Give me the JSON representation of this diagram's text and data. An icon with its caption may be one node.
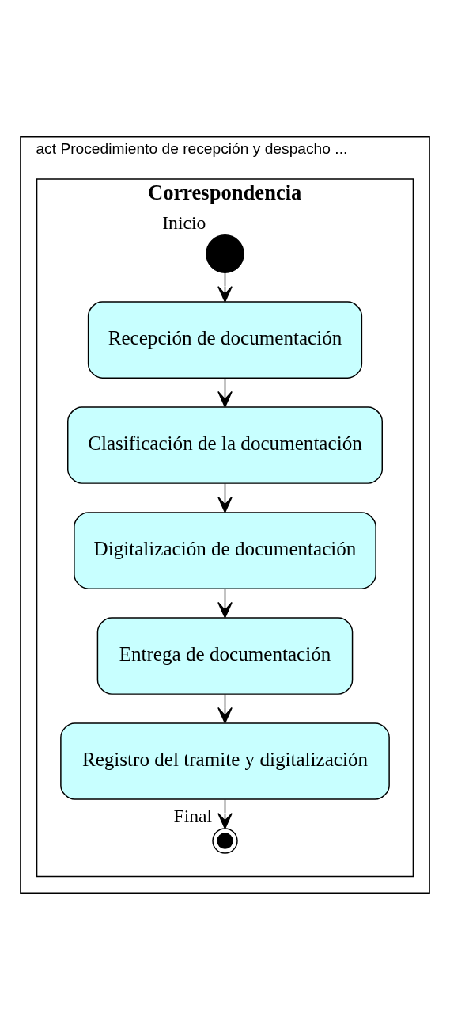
{
  "diagram": {
    "nodes": [
      {
        "text": [
          "act Procedimiento de recepción y despacho ..."
        ]
      },
      {
        "text": [
          "Correspondencia"
        ],
        "in": 0
      },
      {
        "text": [],
        "shape": "circle",
        "beside": [
          "Inicio"
        ],
        "in": 1
      },
      {
        "text": [
          "Recepción de documentación"
        ],
        "in": 1
      },
      {
        "text": [
          "Clasificación de la documentación"
        ],
        "in": 1
      },
      {
        "text": [
          "Digitalización de documentación"
        ],
        "in": 1
      },
      {
        "text": [
          "Entrega de documentación"
        ],
        "in": 1
      },
      {
        "text": [
          "Registro del tramite y digitalización"
        ],
        "in": 1
      },
      {
        "text": [],
        "shape": "circle",
        "beside": [
          "Final"
        ],
        "in": 1
      }
    ],
    "edges": [
      {
        "from": 2,
        "to": 3,
        "arrow": "to"
      },
      {
        "from": 3,
        "to": 4,
        "arrow": "to"
      },
      {
        "from": 4,
        "to": 5,
        "arrow": "to"
      },
      {
        "from": 5,
        "to": 6,
        "arrow": "to"
      },
      {
        "from": 6,
        "to": 7,
        "arrow": "to"
      },
      {
        "from": 7,
        "to": 8,
        "arrow": "to"
      }
    ]
  }
}
